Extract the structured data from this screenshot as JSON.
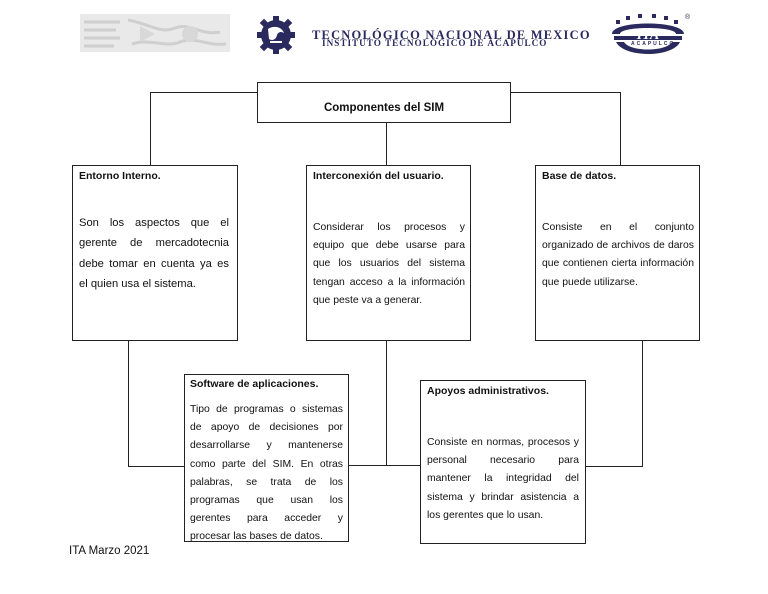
{
  "header": {
    "institution": "TECNOLÓGICO NACIONAL DE MEXICO",
    "campus": "INSTITUTO TECNOLÓGICO DE ACAPULCO",
    "ita_logo_text": "ITA",
    "ita_logo_ring": "ACAPULCO",
    "registered_mark": "®"
  },
  "diagram": {
    "root": {
      "title": "Componentes del SIM"
    },
    "nodes": [
      {
        "title": "Entorno Interno.",
        "text": "Son los aspectos que el gerente de mercadotecnia debe tomar en cuenta ya es el quien usa el sistema."
      },
      {
        "title": "Interconexión del usuario.",
        "text": "Considerar los procesos y equipo que debe usarse para que los usuarios del sistema tengan acceso a la información que peste va a generar."
      },
      {
        "title": "Base de datos.",
        "text": "Consiste en el conjunto organizado de archivos de daros que contienen cierta información que puede utilizarse."
      },
      {
        "title": "Software de aplicaciones.",
        "text": "Tipo de programas o sistemas de apoyo de decisiones por desarrollarse y mantenerse como parte del SIM. En otras palabras, se trata de los programas que usan los gerentes para acceder y procesar las bases de datos."
      },
      {
        "title": "Apoyos administrativos.",
        "text": "Consiste en normas, procesos y personal necesario para mantener la integridad del sistema y brindar asistencia a los gerentes que lo usan."
      }
    ]
  },
  "footer": {
    "text": "ITA Marzo 2021"
  },
  "colors": {
    "logo_blue": "#2b2a5e",
    "line": "#222222"
  }
}
